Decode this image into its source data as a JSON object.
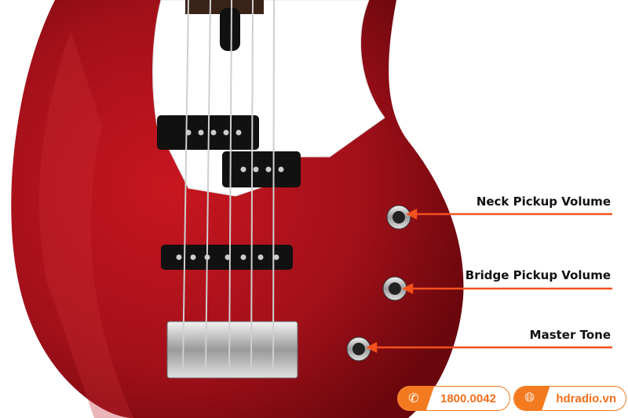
{
  "callouts": [
    {
      "label": "Neck Pickup Volume"
    },
    {
      "label": "Bridge Pickup Volume"
    },
    {
      "label": "Master Tone"
    }
  ],
  "contact": {
    "phone": "1800.0042",
    "phone_icon": "phone-icon",
    "website": "hdradio.vn",
    "website_icon": "globe-icon"
  },
  "colors": {
    "body": "#a1121a",
    "accent": "#f47a20",
    "pickguard": "#ffffff"
  }
}
